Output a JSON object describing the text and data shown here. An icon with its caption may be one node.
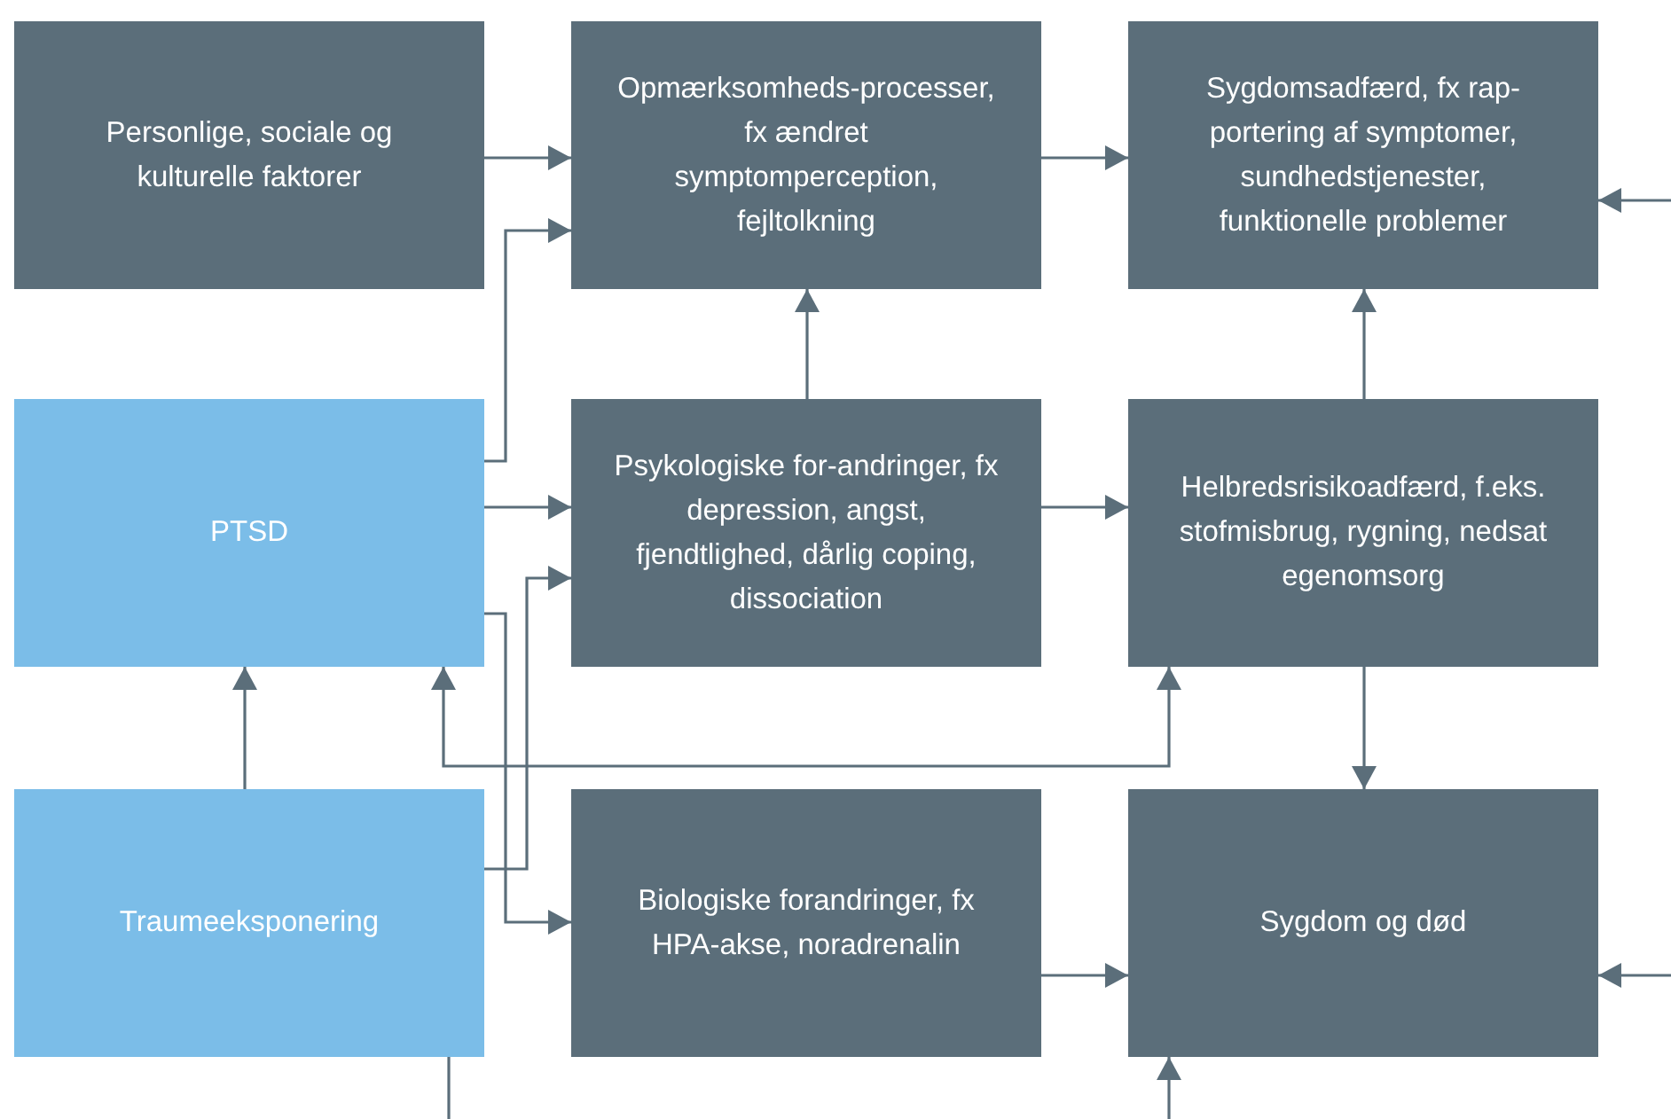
{
  "diagram": {
    "nodes": [
      {
        "text": [
          "Personlige, sociale og kulturelle faktorer"
        ]
      },
      {
        "text": [
          "Opmærksomheds-processer, fx ændret symptomperception, fejltolkning"
        ]
      },
      {
        "text": [
          "Sygdomsadfærd, fx rap-portering af symptomer, sundhedstjenester, funktionelle problemer"
        ]
      },
      {
        "text": [
          "PTSD"
        ]
      },
      {
        "text": [
          "Psykologiske for-andringer, fx depression, angst, fjendtlighed, dårlig coping, dissociation"
        ]
      },
      {
        "text": [
          "Helbredsrisikoadfærd, f.eks. stofmisbrug, rygning, nedsat egenomsorg"
        ]
      },
      {
        "text": [
          "Traumeeksponering"
        ]
      },
      {
        "text": [
          "Biologiske forandringer, fx HPA-akse, noradrenalin"
        ]
      },
      {
        "text": [
          "Sygdom og død"
        ]
      }
    ],
    "edges": [
      {
        "from": 0,
        "to": 1,
        "arrow": "to"
      },
      {
        "from": 3,
        "to": 1,
        "arrow": "to"
      },
      {
        "from": 3,
        "to": 4,
        "arrow": "to"
      },
      {
        "from": 3,
        "to": 7,
        "arrow": "to"
      },
      {
        "from": 6,
        "to": 4,
        "arrow": "to"
      },
      {
        "from": 6,
        "to": 3,
        "arrow": "to"
      },
      {
        "from": 3,
        "to": 5,
        "arrow": "both"
      },
      {
        "from": 1,
        "to": 2,
        "arrow": "to"
      },
      {
        "from": 4,
        "to": 1,
        "arrow": "to"
      },
      {
        "from": 4,
        "to": 5,
        "arrow": "to"
      },
      {
        "from": 5,
        "to": 2,
        "arrow": "to"
      },
      {
        "from": 5,
        "to": 8,
        "arrow": "to"
      },
      {
        "from": 7,
        "to": 8,
        "arrow": "to"
      },
      {
        "from": null,
        "to": 2,
        "arrow": "to"
      },
      {
        "from": null,
        "to": 8,
        "arrow": "to"
      },
      {
        "from": null,
        "to": 8,
        "arrow": "to"
      },
      {
        "from": 6,
        "to": null,
        "arrow": "none"
      }
    ]
  }
}
